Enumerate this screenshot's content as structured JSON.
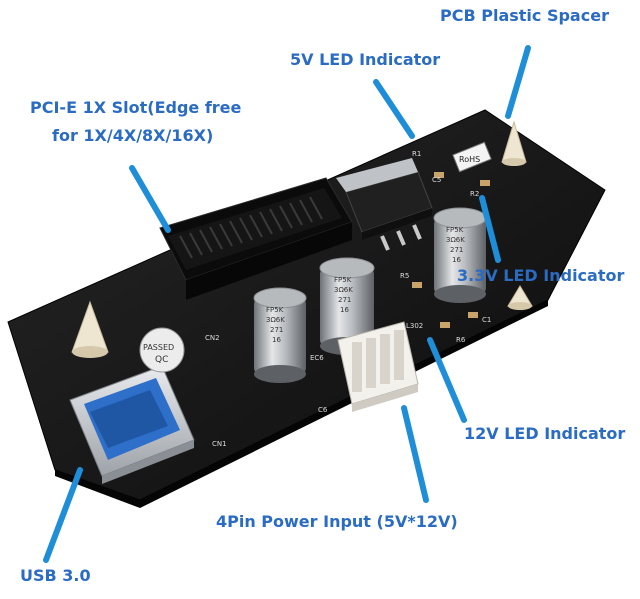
{
  "labels": {
    "pcb_spacer": "PCB Plastic Spacer",
    "led_5v": "5V LED Indicator",
    "pcie_line1": "PCI-E 1X  Slot(Edge free",
    "pcie_line2": "for 1X/4X/8X/16X)",
    "led_33v": "3.3V LED Indicator",
    "led_12v": "12V LED Indicator",
    "power_input": "4Pin Power Input (5V*12V)",
    "usb": "USB 3.0"
  },
  "board_markings": {
    "passed": "PASSED",
    "qc": "QC",
    "rohs": "RoHS",
    "cap_line1": "FP5K",
    "cap_line2": "3Ω6K",
    "cap_line3": "271",
    "cap_line4": "16",
    "cn2": "CN2",
    "cn1": "CN1",
    "l302": "L302",
    "r6": "R6",
    "r5": "R5",
    "r1": "R1",
    "r2": "R2",
    "c1": "C1",
    "c5": "C5",
    "c6": "C6",
    "ec6": "EC6"
  },
  "colors": {
    "label_blue": "#2a6bc4",
    "arrow_blue": "#1e8ed8",
    "pcb_black": "#161616"
  }
}
